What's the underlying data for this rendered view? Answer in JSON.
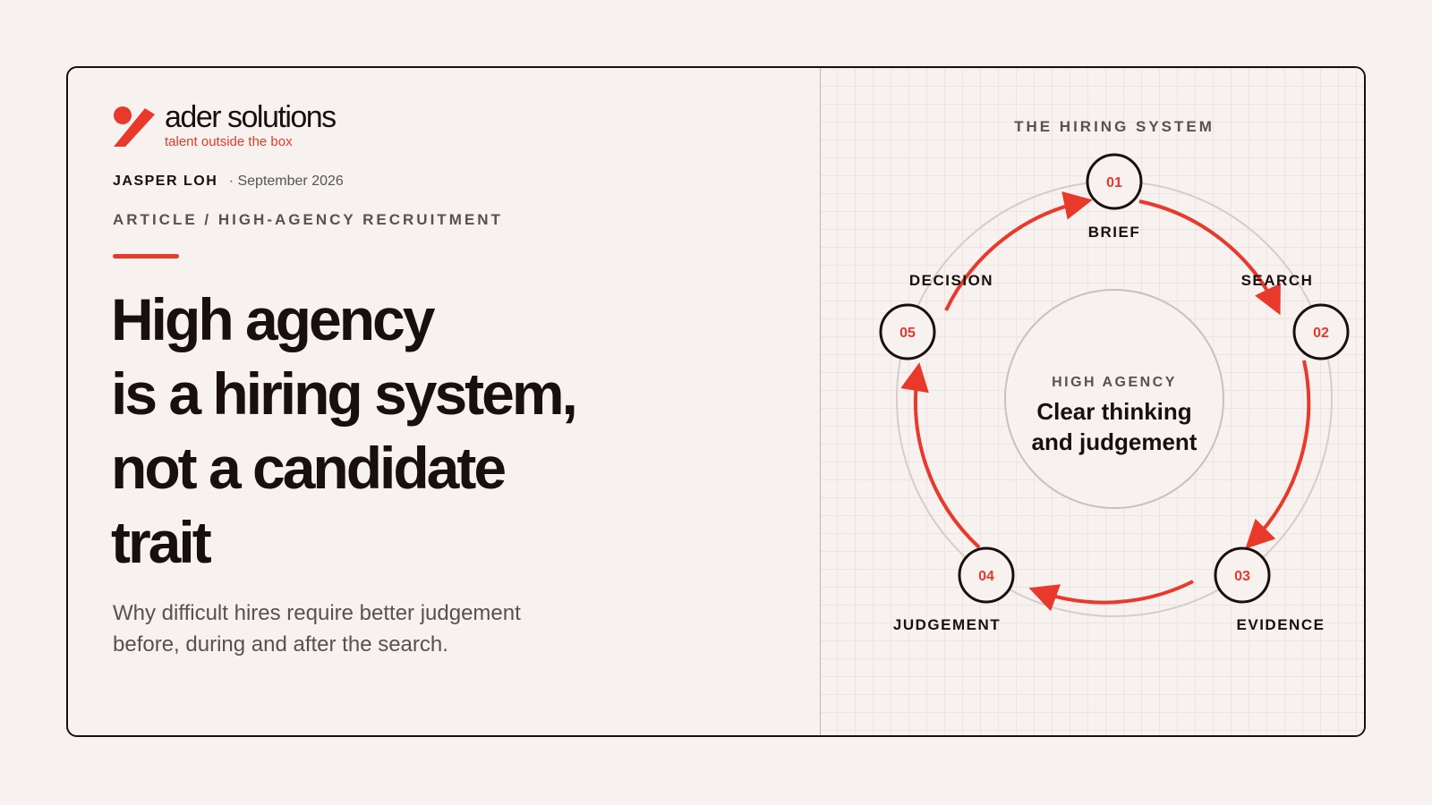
{
  "brand": {
    "name": "ader solutions",
    "tagline": "talent outside the box",
    "accent_color": "#e8392a"
  },
  "byline": {
    "author": "JASPER LOH",
    "separator": "·",
    "date": "September 2026"
  },
  "category": "ARTICLE / HIGH-AGENCY RECRUITMENT",
  "headline": {
    "lines": [
      "High agency",
      "is a hiring system,",
      "not a candidate",
      "trait"
    ]
  },
  "subtitle": {
    "lines": [
      "Why difficult hires require better judgement",
      "before, during and after the search."
    ]
  },
  "diagram": {
    "title": "THE HIRING SYSTEM",
    "center": {
      "kicker": "HIGH AGENCY",
      "lines": [
        "Clear thinking",
        "and judgement"
      ]
    },
    "steps": [
      {
        "number": "01",
        "label": "BRIEF"
      },
      {
        "number": "02",
        "label": "SEARCH"
      },
      {
        "number": "03",
        "label": "EVIDENCE"
      },
      {
        "number": "04",
        "label": "JUDGEMENT"
      },
      {
        "number": "05",
        "label": "DECISION"
      }
    ]
  }
}
